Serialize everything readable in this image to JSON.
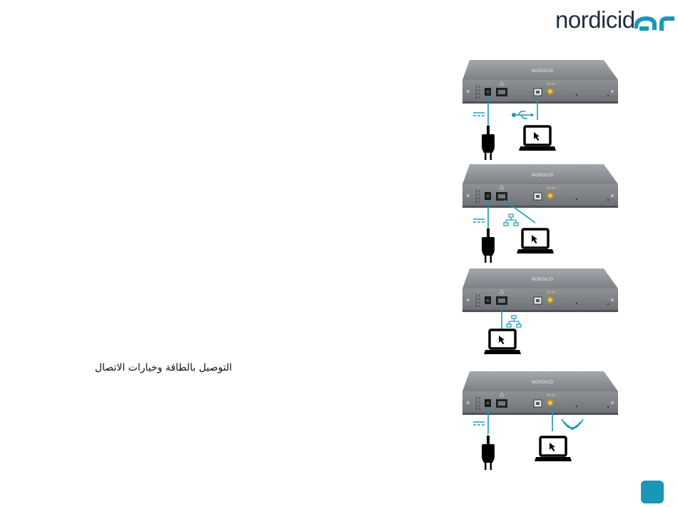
{
  "brand": {
    "name": "nordicid",
    "accent_color": "#1a97b8",
    "text_color": "#1f2d3d",
    "mark_icon": "ar-glyph-mark"
  },
  "caption": "التوصيل بالطاقة وخيارات الاتصال",
  "device": {
    "label": "NORDICID",
    "body_color": "#8a8d91"
  },
  "panels": [
    {
      "connection": "usb",
      "power": true,
      "icons": [
        "dc-power-icon",
        "usb-icon",
        "power-plug-icon",
        "laptop-icon"
      ]
    },
    {
      "connection": "ethernet",
      "power": true,
      "icons": [
        "dc-power-icon",
        "network-icon",
        "power-plug-icon",
        "laptop-icon"
      ]
    },
    {
      "connection": "ethernet-poe",
      "power": false,
      "icons": [
        "network-icon",
        "laptop-icon"
      ]
    },
    {
      "connection": "wifi",
      "power": true,
      "icons": [
        "dc-power-icon",
        "wifi-icon",
        "power-plug-icon",
        "laptop-icon"
      ]
    }
  ],
  "corner_badge_color": "#1a97b8"
}
